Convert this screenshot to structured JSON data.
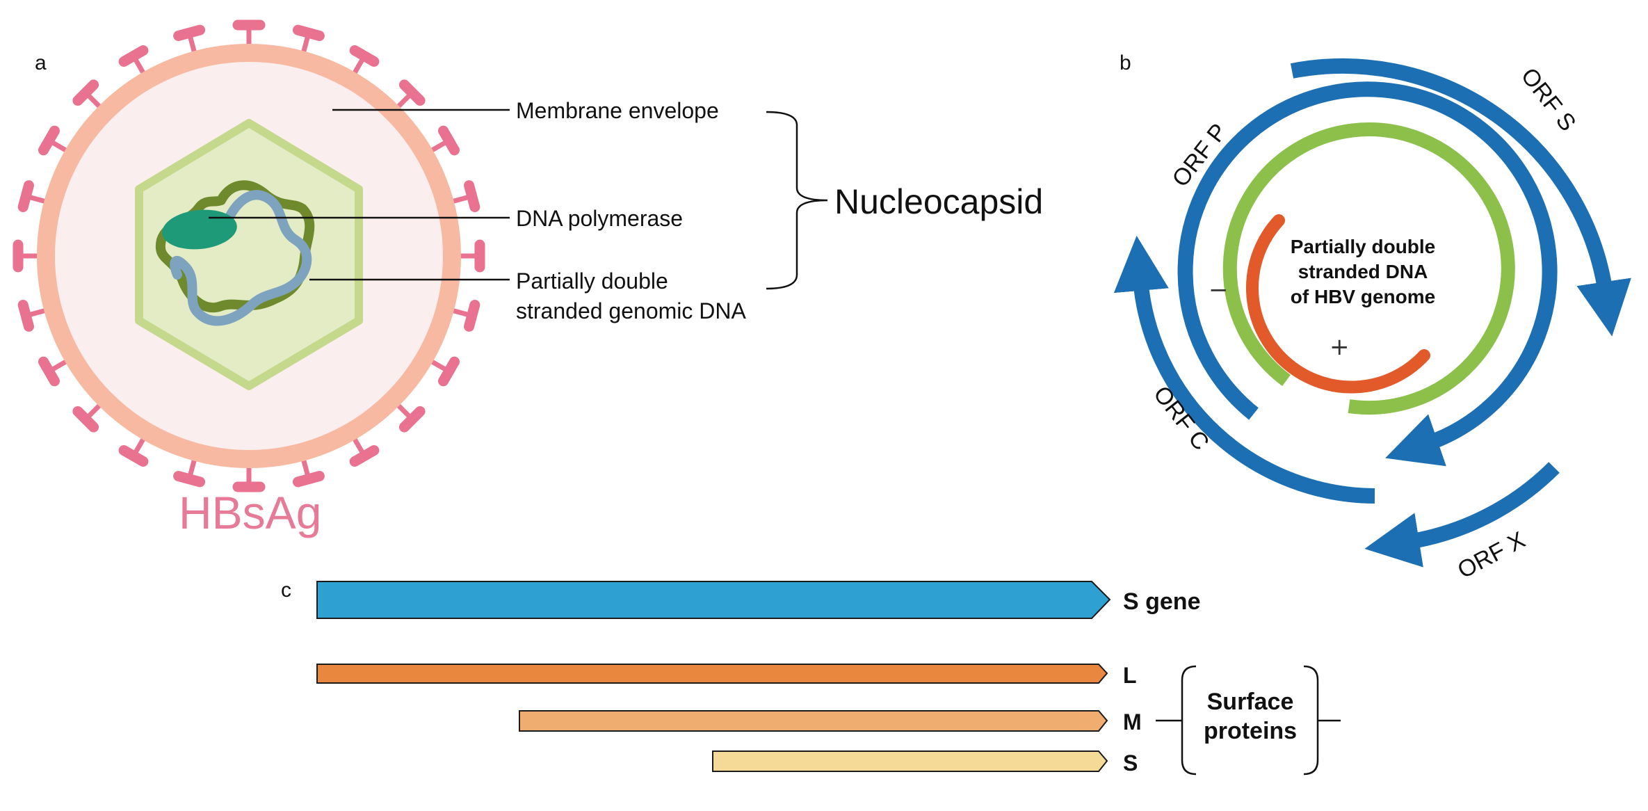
{
  "panels": {
    "a": "a",
    "b": "b",
    "c": "c"
  },
  "virion": {
    "name": "HBsAg",
    "labels": {
      "membrane": "Membrane envelope",
      "polymerase": "DNA polymerase",
      "dna_line1": "Partially double",
      "dna_line2": "stranded genomic DNA"
    },
    "nucleocapsid": "Nucleocapsid"
  },
  "genome": {
    "center_line1": "Partially double",
    "center_line2": "stranded DNA",
    "center_line3": "of HBV genome",
    "minus": "−",
    "plus": "+",
    "orfs": {
      "s": "ORF S",
      "p": "ORF P",
      "c": "ORF C",
      "x": "ORF X"
    }
  },
  "genes": {
    "s_gene": "S gene",
    "proteins": {
      "l": "L",
      "m": "M",
      "s": "S"
    },
    "surface_line1": "Surface",
    "surface_line2": "proteins"
  },
  "colors": {
    "envelope": "#f8b9a2",
    "capsid_fill": "#e4ecc5",
    "capsid_stroke": "#c4d98c",
    "spike": "#e8728f",
    "dna_green": "#6e8a2c",
    "dna_blue": "#7ea3bf",
    "polymerase": "#1e9a78",
    "orf_blue": "#1d6fb4",
    "strand_green": "#8cc04b",
    "strand_orange": "#e35a2a",
    "s_gene": "#2ea0d2",
    "l_protein": "#e9873e",
    "m_protein": "#f0ad70",
    "s_protein": "#f5d996"
  }
}
